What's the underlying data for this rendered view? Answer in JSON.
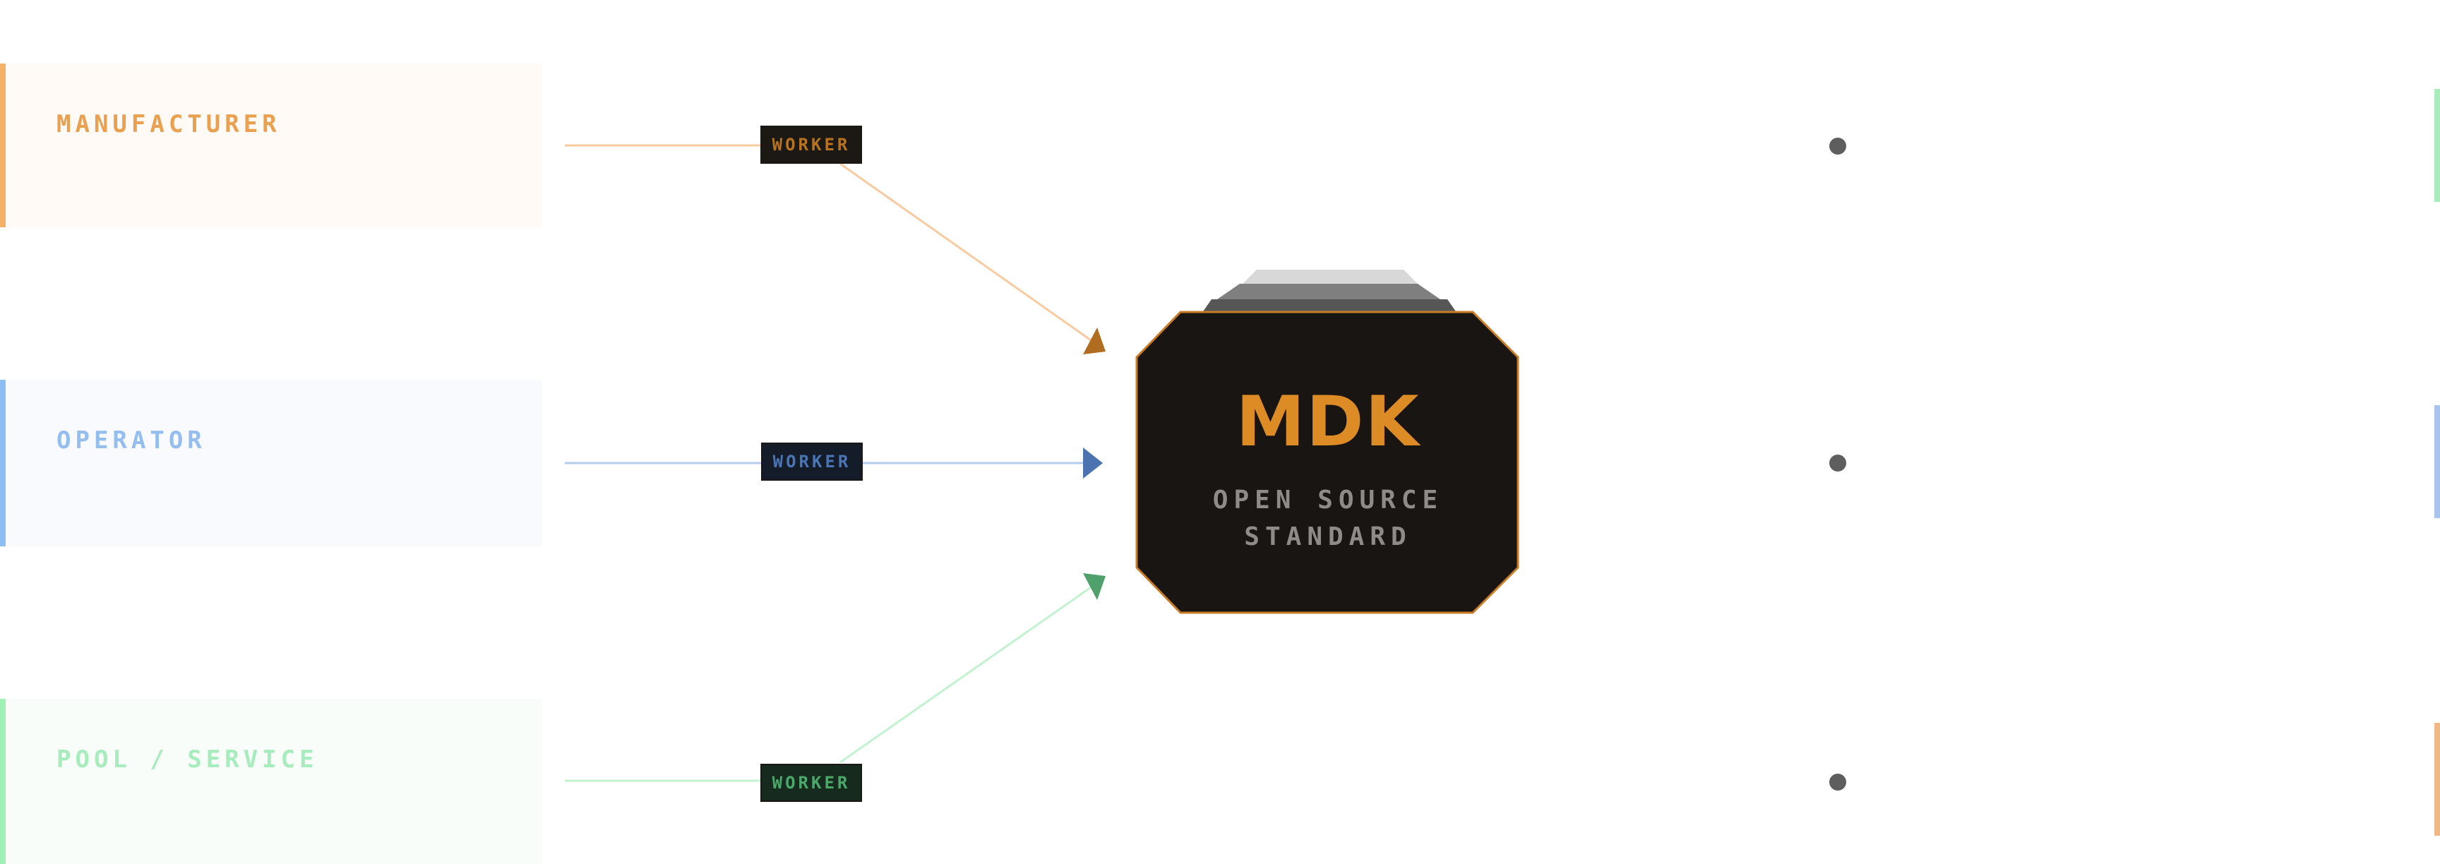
{
  "roles": [
    {
      "title": "MANUFACTURER",
      "subtitle": "",
      "accent": "#f5b063",
      "title_color": "#eaa04e",
      "bg": "#fffaf5",
      "line": "#f8caa0"
    },
    {
      "title": "OPERATOR",
      "subtitle": "",
      "accent": "#8cbdf5",
      "title_color": "#94bdf0",
      "bg": "#f8fafe",
      "line": "#b4cdee"
    },
    {
      "title": "POOL / SERVICE",
      "subtitle": "",
      "accent": "#9ef0b4",
      "title_color": "#a7ecbc",
      "bg": "#f8fdf9",
      "line": "#c2f2d0"
    }
  ],
  "workers": [
    {
      "label": "WORKER",
      "bg": "#1c1915",
      "color": "#b8731f",
      "arrow": "#b06c1f"
    },
    {
      "label": "WORKER",
      "bg": "#141c2a",
      "color": "#4a75b4",
      "arrow": "#4a73b0"
    },
    {
      "label": "WORKER",
      "bg": "#162a1e",
      "color": "#4aa86b",
      "arrow": "#4fa06a"
    }
  ],
  "hub": {
    "title": "MDK",
    "subtitle_line1": "OPEN SOURCE",
    "subtitle_line2": "STANDARD",
    "fill": "#181512",
    "stroke": "#c97b25",
    "title_color": "#dd8b24",
    "subtitle_color": "#8f8c88"
  },
  "right_bars": [
    "#a8ecbc",
    "#a9c4ec",
    "#f0b886"
  ]
}
